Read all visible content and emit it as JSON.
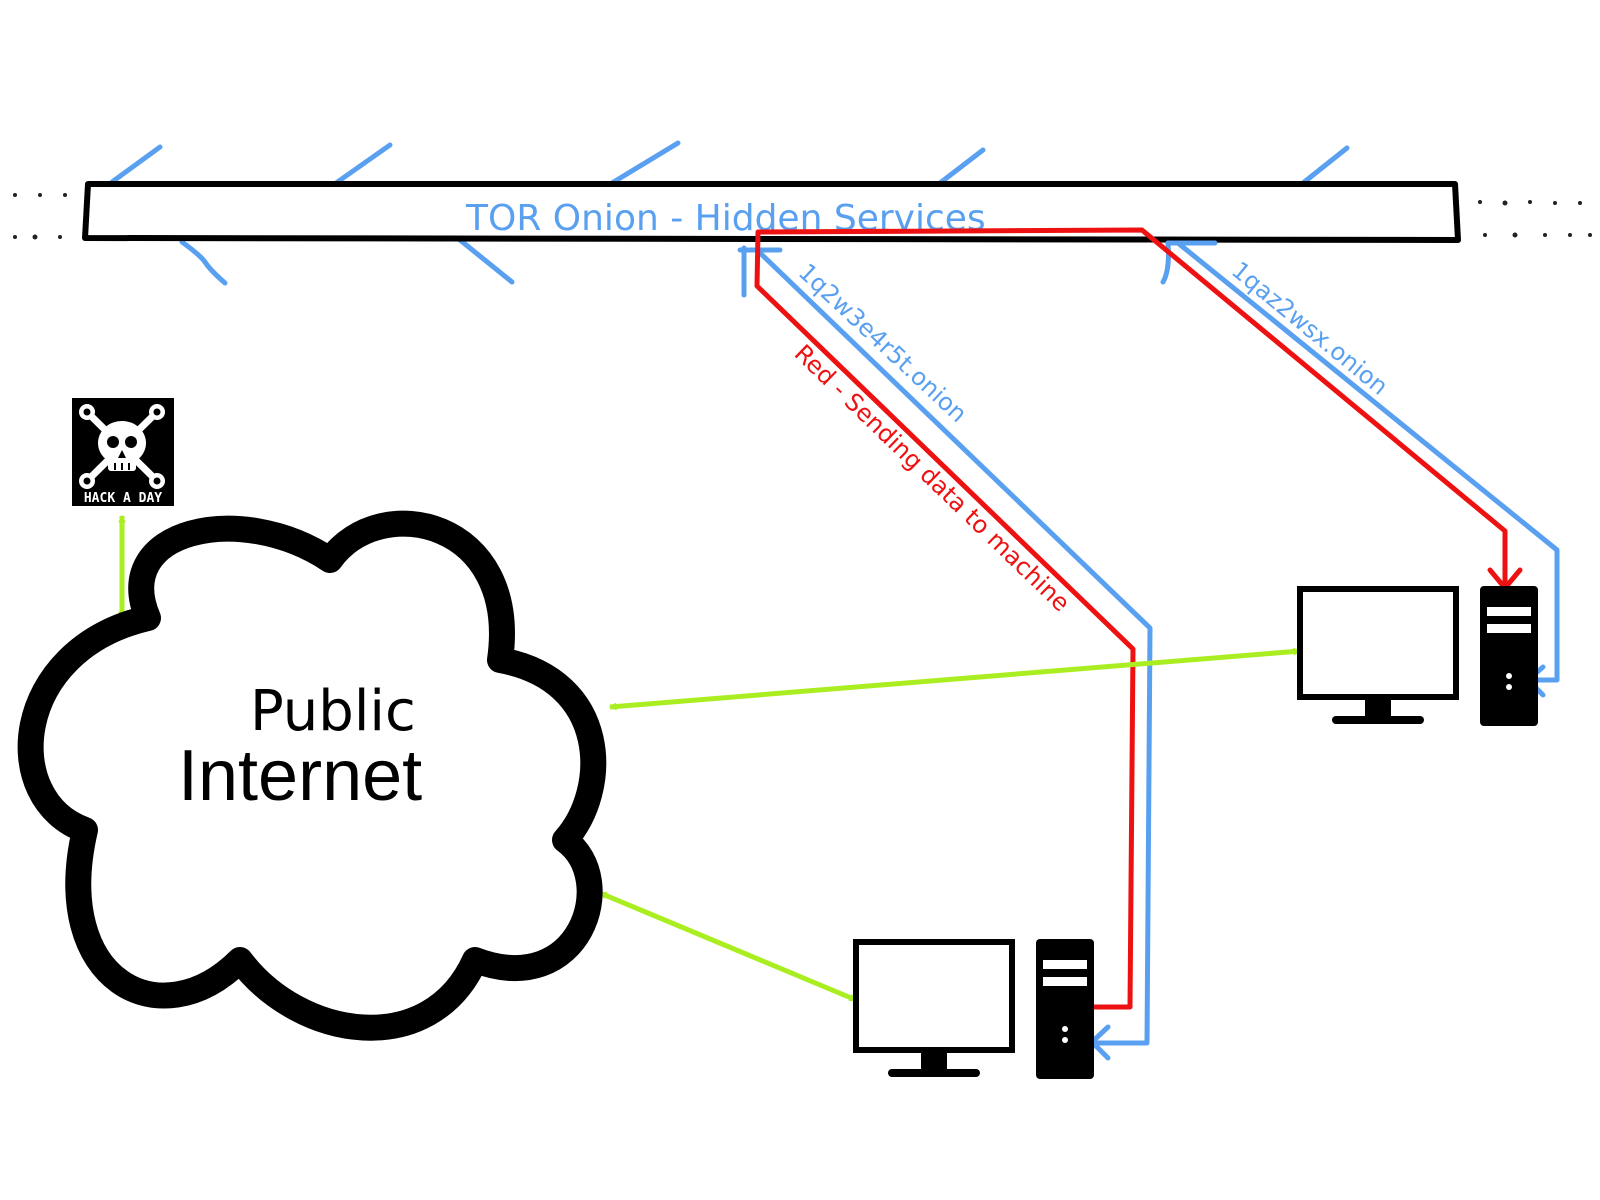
{
  "tor_bar": {
    "label": "TOR Onion - Hidden Services"
  },
  "links": {
    "service_1": "1q2w3e4r5t.onion",
    "service_2": "1qaz2wsx.onion",
    "red_legend": "Red - Sending data to machine"
  },
  "cloud": {
    "line1": "Public",
    "line2": "Internet"
  },
  "logo": {
    "text": "HACK A DAY"
  },
  "colors": {
    "blue": "#5aa0f0",
    "red": "#ee1111",
    "green": "#aaee22",
    "black": "#000000"
  }
}
